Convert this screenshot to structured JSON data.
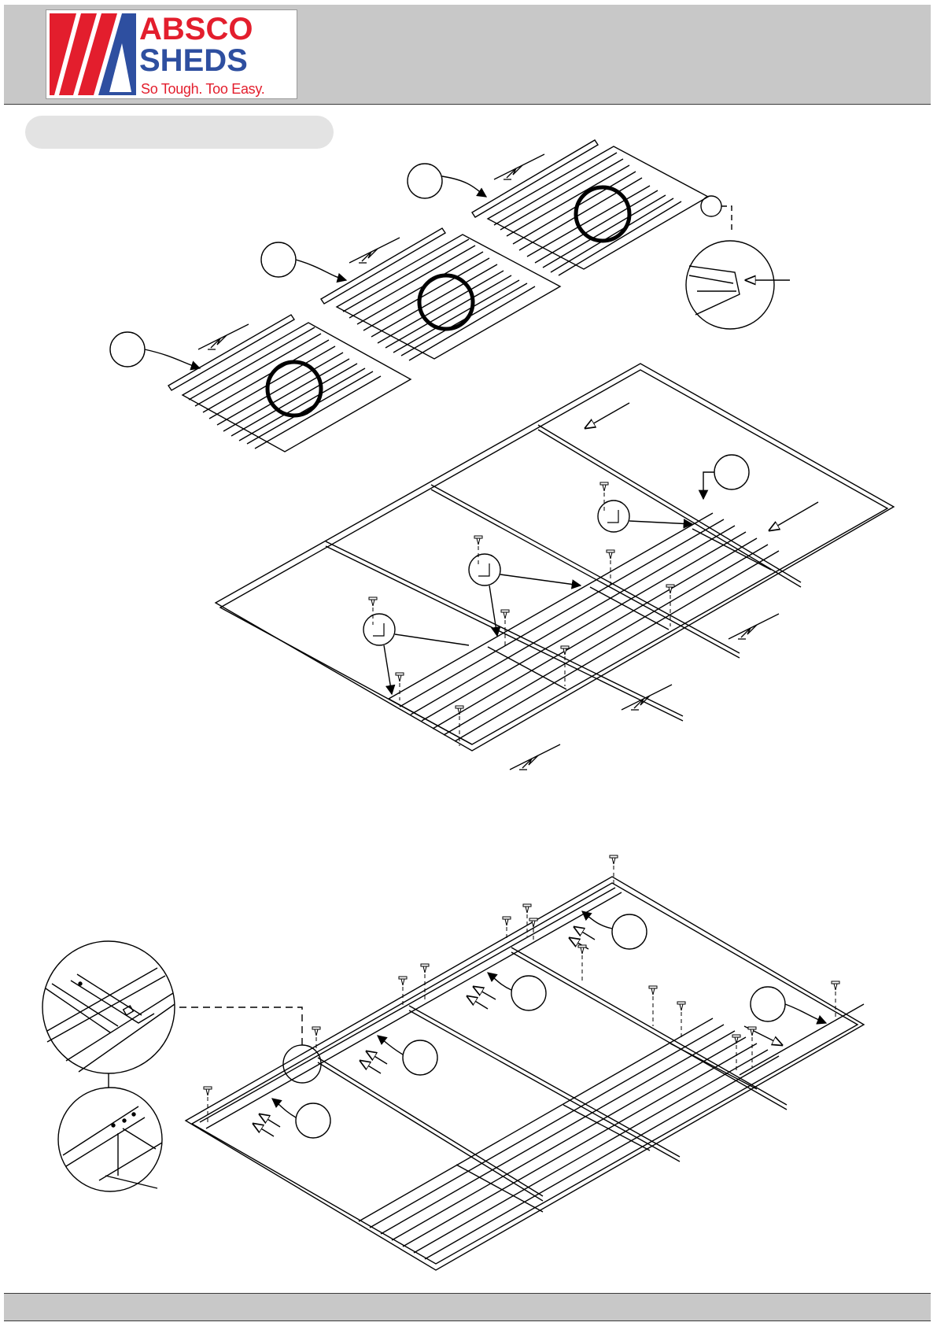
{
  "brand": {
    "line1": "ABSCO",
    "line2": "SHEDS",
    "tagline": "So Tough. Too Easy.",
    "colors": {
      "red": "#e31e2d",
      "blue": "#2e4fa0",
      "band": "#c8c8c8",
      "pill": "#e3e3e3"
    }
  },
  "icons": {
    "logo": "absco-logo-icon",
    "screw": "screw-icon",
    "callout": "callout-circle-icon",
    "break": "break-symbol-icon"
  }
}
